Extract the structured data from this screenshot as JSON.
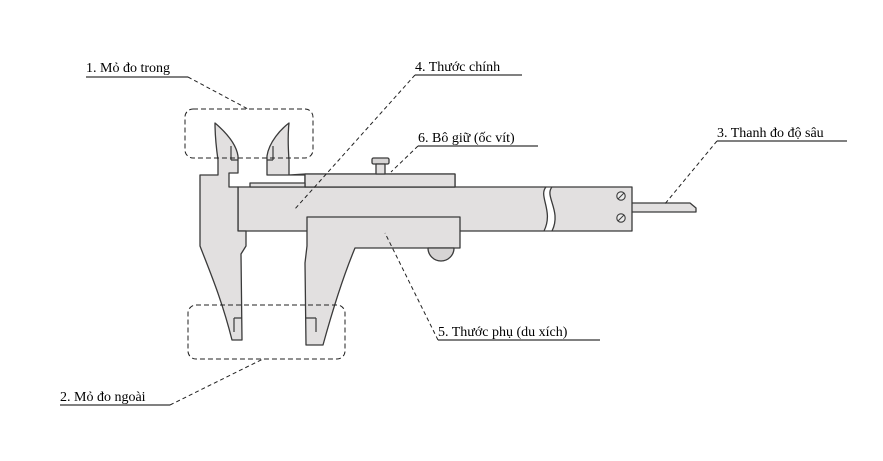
{
  "labels": {
    "inner_jaws": "1. Mỏ đo trong",
    "outer_jaws": "2. Mỏ đo ngoài",
    "depth_rod": "3. Thanh đo độ sâu",
    "main_scale": "4. Thước chính",
    "lock_screw": "6. Bô giữ (ốc vít)",
    "vernier_scale": "5. Thước phụ (du xích)"
  },
  "colors": {
    "body_fill": "#e2e0e0",
    "outline": "#3a3a3a",
    "label_text": "#000000"
  }
}
